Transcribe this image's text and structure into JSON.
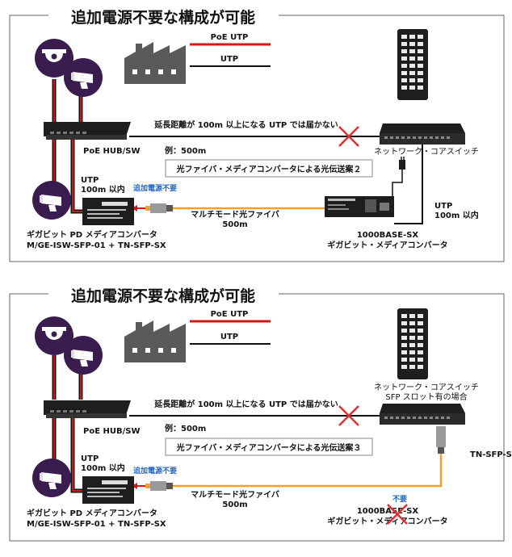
{
  "panels": [
    {
      "title": "追加電源不要な構成が可能",
      "legend": {
        "poe": "PoE UTP",
        "utp": "UTP"
      },
      "blocked_text": "延長距離が 100m 以上になる  UTP では届かない",
      "core_switch_label": "ネットワーク・コアスイッチ",
      "core_switch_sub": "",
      "hub_label": "PoE HUB/SW",
      "example": "例：500m",
      "scheme_label": "光ファイバ・メディアコンバータによる光伝送案２",
      "utp_left": [
        "UTP",
        "100m 以内"
      ],
      "no_power": "追加電源不要",
      "fiber": [
        "マルチモード光ファイバ",
        "500m"
      ],
      "utp_right": [
        "UTP",
        "100m 以内"
      ],
      "right_converter": [
        "1000BASE-SX",
        "ギガビット・メディアコンバータ"
      ],
      "left_converter": [
        "ギガビット PD メディアコンバータ",
        "M/GE-ISW-SFP-01 + TN-SFP-SX"
      ]
    },
    {
      "title": "追加電源不要な構成が可能",
      "legend": {
        "poe": "PoE UTP",
        "utp": "UTP"
      },
      "blocked_text": "延長距離が 100m 以上になる  UTP では届かない",
      "core_switch_label": "ネットワーク・コアスイッチ",
      "core_switch_sub": "SFP スロット有の場合",
      "hub_label": "PoE HUB/SW",
      "example": "例：500m",
      "scheme_label": "光ファイバ・メディアコンバータによる光伝送案３",
      "utp_left": [
        "UTP",
        "100m 以内"
      ],
      "no_power": "追加電源不要",
      "fiber": [
        "マルチモード光ファイバ",
        "500m"
      ],
      "sfp_module": "TN-SFP-S",
      "unneeded": "不要",
      "right_converter": [
        "1000BASE-SX",
        "ギガビット・メディアコンバータ"
      ],
      "left_converter": [
        "ギガビット PD メディアコンバータ",
        "M/GE-ISW-SFP-01 + TN-SFP-SX"
      ]
    }
  ],
  "colors": {
    "poe": "#d01818",
    "fiber": "#f0a030",
    "cross": "#e03030",
    "camera": "#3a1c4e",
    "note": "#1e64c8",
    "device": "#1e1e1e",
    "building": "#5a5a5a"
  }
}
